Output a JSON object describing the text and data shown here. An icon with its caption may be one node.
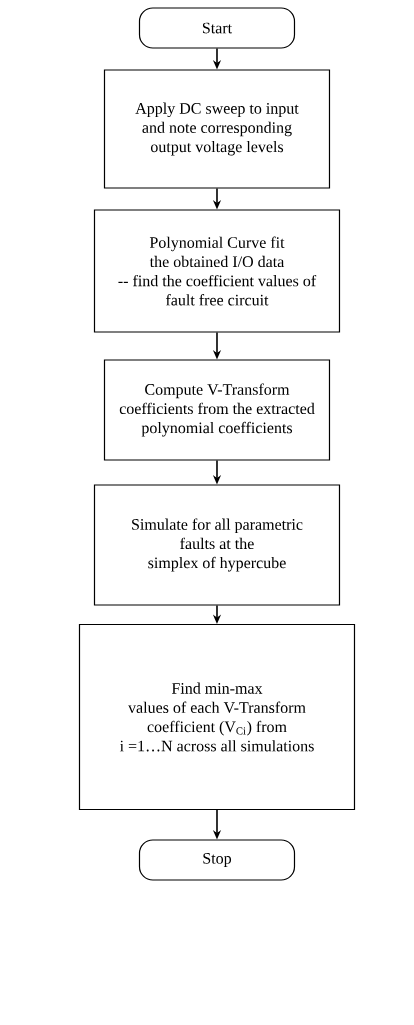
{
  "diagram": {
    "nodes": [
      {
        "text": [
          "Start"
        ]
      },
      {
        "text": [
          "Apply DC sweep to input and note corresponding output voltage levels"
        ]
      },
      {
        "text": [
          "Polynomial Curve fit the obtained I/O data -- find the coefficient values of fault free circuit"
        ]
      },
      {
        "text": [
          "Compute V-Transform coefficients from the extracted polynomial coefficients"
        ]
      },
      {
        "text": [
          "Simulate for all parametric faults at the simplex of hypercube"
        ]
      },
      {
        "text": [
          "Find min-max values of each V-Transform coefficient (V$_{Ci}$) from i =1…N across all simulations"
        ]
      },
      {
        "text": [
          "Stop"
        ]
      }
    ],
    "edges": [
      {
        "from": 0,
        "to": 1,
        "arrow": "to"
      },
      {
        "from": 1,
        "to": 2,
        "arrow": "to"
      },
      {
        "from": 2,
        "to": 3,
        "arrow": "to"
      },
      {
        "from": 3,
        "to": 4,
        "arrow": "to"
      },
      {
        "from": 4,
        "to": 5,
        "arrow": "to"
      },
      {
        "from": 5,
        "to": 6,
        "arrow": "to"
      }
    ]
  }
}
